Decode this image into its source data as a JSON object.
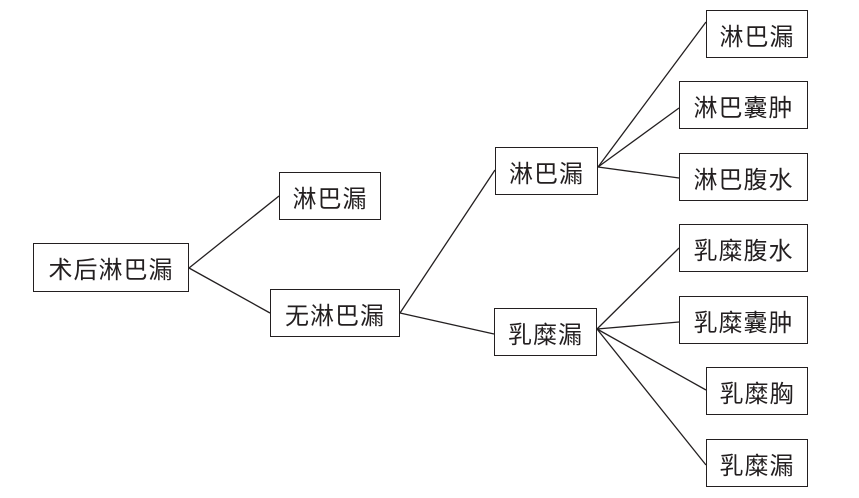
{
  "root": "术后淋巴漏",
  "level1": {
    "yes": "淋巴漏",
    "no": "无淋巴漏"
  },
  "level2": {
    "lymph": "淋巴漏",
    "chyle": "乳糜漏"
  },
  "lymph_children": [
    "淋巴漏",
    "淋巴囊肿",
    "淋巴腹水"
  ],
  "chyle_children": [
    "乳糜腹水",
    "乳糜囊肿",
    "乳糜胸",
    "乳糜漏"
  ]
}
